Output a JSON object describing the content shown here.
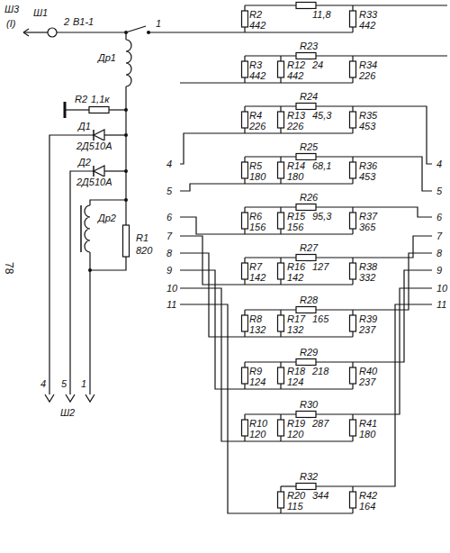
{
  "diagram": {
    "labels": [
      "Ш3",
      "(I)",
      "Ш1",
      "2",
      "В1-1",
      "1",
      "Др1",
      "R2",
      "1,1к",
      "Д1",
      "2Д510А",
      "Д2",
      "2Д510А",
      "Др2",
      "R1",
      "820",
      "4",
      "5",
      "1",
      "Ш2",
      "78",
      "4",
      "5",
      "6",
      "7",
      "8",
      "9",
      "10",
      "11",
      "4",
      "5",
      "6",
      "7",
      "8",
      "9",
      "10",
      "11",
      "R2",
      "442",
      "11,8",
      "R33",
      "442",
      "R23",
      "R3",
      "442",
      "R12",
      "442",
      "24",
      "R34",
      "226",
      "R24",
      "R4",
      "226",
      "R13",
      "226",
      "45,3",
      "R35",
      "453",
      "R25",
      "R5",
      "180",
      "R14",
      "180",
      "68,1",
      "R36",
      "453",
      "R26",
      "R6",
      "156",
      "R15",
      "156",
      "95,3",
      "R37",
      "365",
      "R27",
      "R7",
      "142",
      "R16",
      "142",
      "127",
      "R38",
      "332",
      "R28",
      "R8",
      "132",
      "R17",
      "132",
      "165",
      "R39",
      "237",
      "R29",
      "R9",
      "124",
      "R18",
      "124",
      "218",
      "R40",
      "237",
      "R30",
      "R10",
      "120",
      "R19",
      "120",
      "287",
      "R41",
      "180",
      "R32",
      "344",
      "R20",
      "115",
      "R42",
      "164"
    ]
  }
}
